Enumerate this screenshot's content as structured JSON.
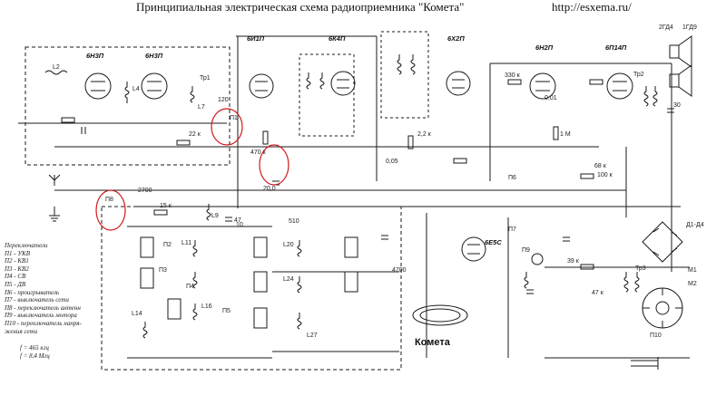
{
  "header": {
    "title": "Принципиальная электрическая схема радиоприемника \"Комета\"",
    "url": "http://esxema.ru/"
  },
  "tubes": [
    "6Н3П",
    "6Н3П",
    "6И1П",
    "6К4П",
    "6Х2П",
    "6Н2П",
    "6П14П",
    "6Е5С"
  ],
  "switch_legend": {
    "heading": "Переключатели",
    "items": [
      "П1 - УКВ",
      "П2 - КВ1",
      "П3 - КВ2",
      "П4 - СВ",
      "П5 - ДВ",
      "П6 - проигрыватель",
      "П7 - выключатель сети",
      "П8 - переключатель антенн",
      "П9 - выключатель мотора",
      "П10 - переключатель напря-",
      "жения сети"
    ]
  },
  "if_freqs": [
    "f = 465 кгц",
    "f = 8,4 Мгц"
  ],
  "brand_label": "Комета",
  "speakers": [
    "2ГД4",
    "1ГД9"
  ],
  "motor_labels": [
    "М1",
    "М2"
  ],
  "resistor_labels": [
    "22 к",
    "470 к",
    "15 к",
    "100 к",
    "330 к",
    "68 к",
    "1 М",
    "39 к",
    "47 к",
    "2,2 к"
  ],
  "capacitor_labels": [
    "2700",
    "510",
    "4700",
    "20,0",
    "0,05",
    "0,01",
    "47",
    "120",
    "30",
    "10"
  ],
  "switch_tags": [
    "П1",
    "П2",
    "П3",
    "П4",
    "П5",
    "П6",
    "П7",
    "П8",
    "П9",
    "П10"
  ],
  "coil_labels": [
    "L2",
    "L4",
    "L7",
    "L9",
    "L11",
    "L14",
    "L16",
    "L20",
    "L24",
    "L27"
  ],
  "transformer_labels": [
    "Тр1",
    "Тр2",
    "Тр3",
    "Д1-Д4"
  ]
}
